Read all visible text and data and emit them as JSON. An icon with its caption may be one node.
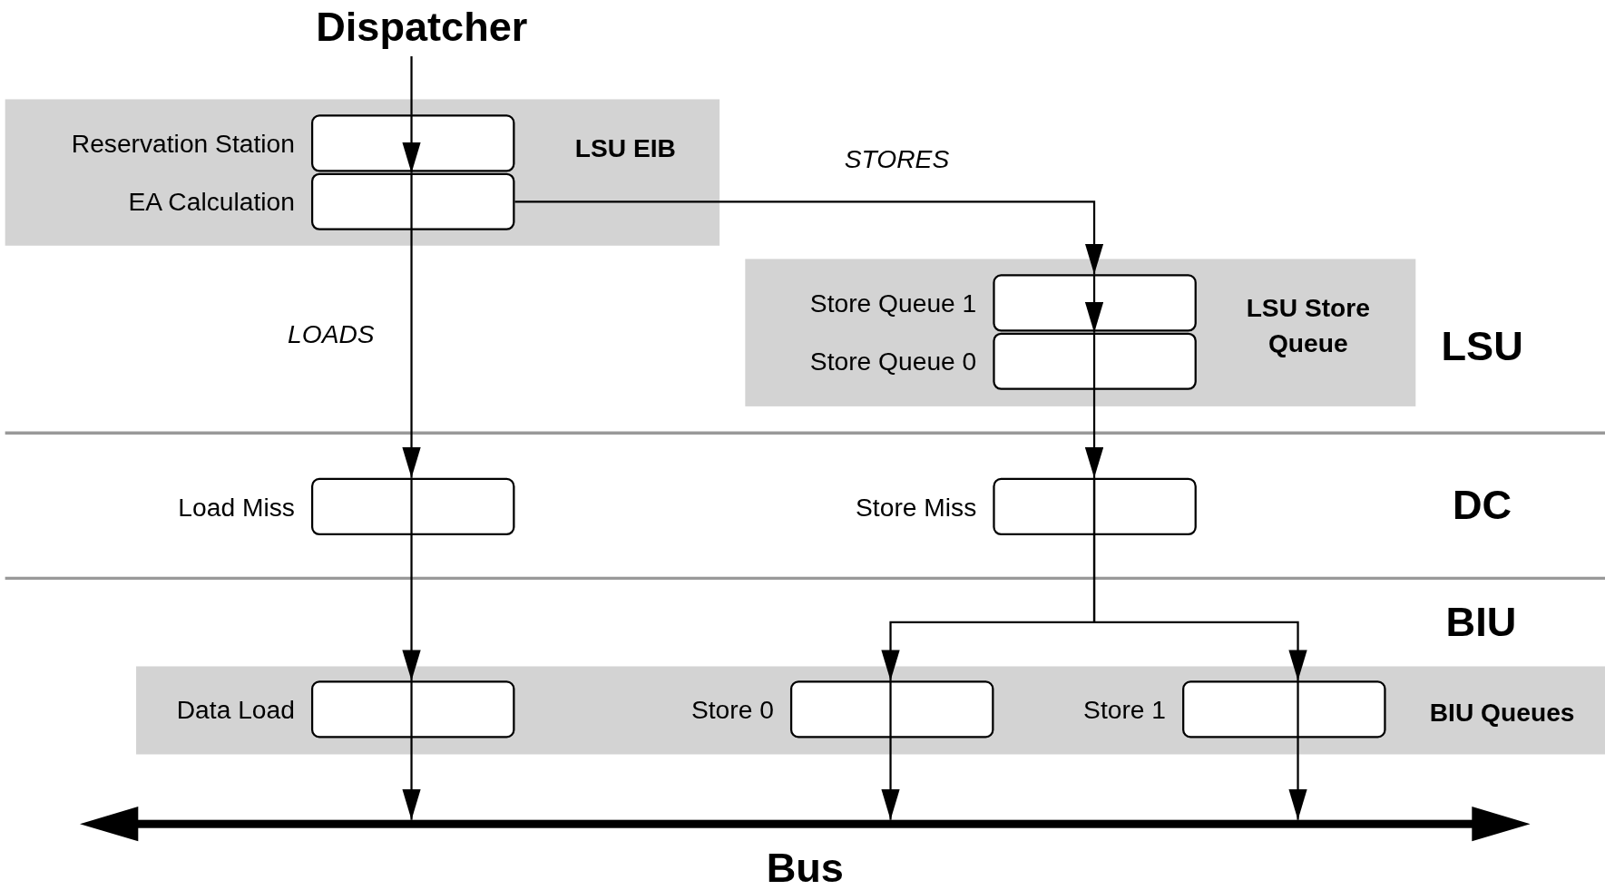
{
  "diagram": {
    "nodes": [
      {
        "text": [
          "Dispatcher"
        ]
      },
      {
        "text": [
          "LSU EIB"
        ]
      },
      {
        "text": [
          "Reservation Station"
        ],
        "in": 1
      },
      {
        "text": [
          "EA Calculation"
        ],
        "in": 1
      },
      {
        "text": [
          "LSU Store Queue"
        ]
      },
      {
        "text": [
          "Store Queue 1"
        ],
        "in": 4
      },
      {
        "text": [
          "Store Queue 0"
        ],
        "in": 4
      },
      {
        "text": [
          "Load Miss"
        ]
      },
      {
        "text": [
          "Store Miss"
        ]
      },
      {
        "text": [
          "BIU Queues"
        ]
      },
      {
        "text": [
          "Data Load"
        ],
        "in": 9
      },
      {
        "text": [
          "Store 0"
        ],
        "in": 9
      },
      {
        "text": [
          "Store 1"
        ],
        "in": 9
      },
      {
        "text": [
          "Bus"
        ]
      }
    ],
    "edges": [
      {
        "from": 2,
        "to": 3,
        "arrow": "to"
      },
      {
        "from": 3,
        "to": 5,
        "arrow": "to",
        "label": "STORES"
      },
      {
        "from": 5,
        "to": 6,
        "arrow": "to"
      },
      {
        "from": 6,
        "to": 8,
        "arrow": "to"
      },
      {
        "from": 8,
        "to": 11,
        "arrow": "to"
      },
      {
        "from": 8,
        "to": 12,
        "arrow": "to"
      },
      {
        "from": 3,
        "to": 7,
        "arrow": "to",
        "label": "LOADS"
      },
      {
        "from": 7,
        "to": 10,
        "arrow": "to"
      },
      {
        "from": 10,
        "to": 13,
        "arrow": "to"
      },
      {
        "from": 11,
        "to": 13,
        "arrow": "to"
      },
      {
        "from": 12,
        "to": 13,
        "arrow": "to"
      },
      {
        "from": 0,
        "to": 2,
        "arrow": "none"
      }
    ],
    "labels": [
      "LSU",
      "DC",
      "BIU"
    ]
  }
}
